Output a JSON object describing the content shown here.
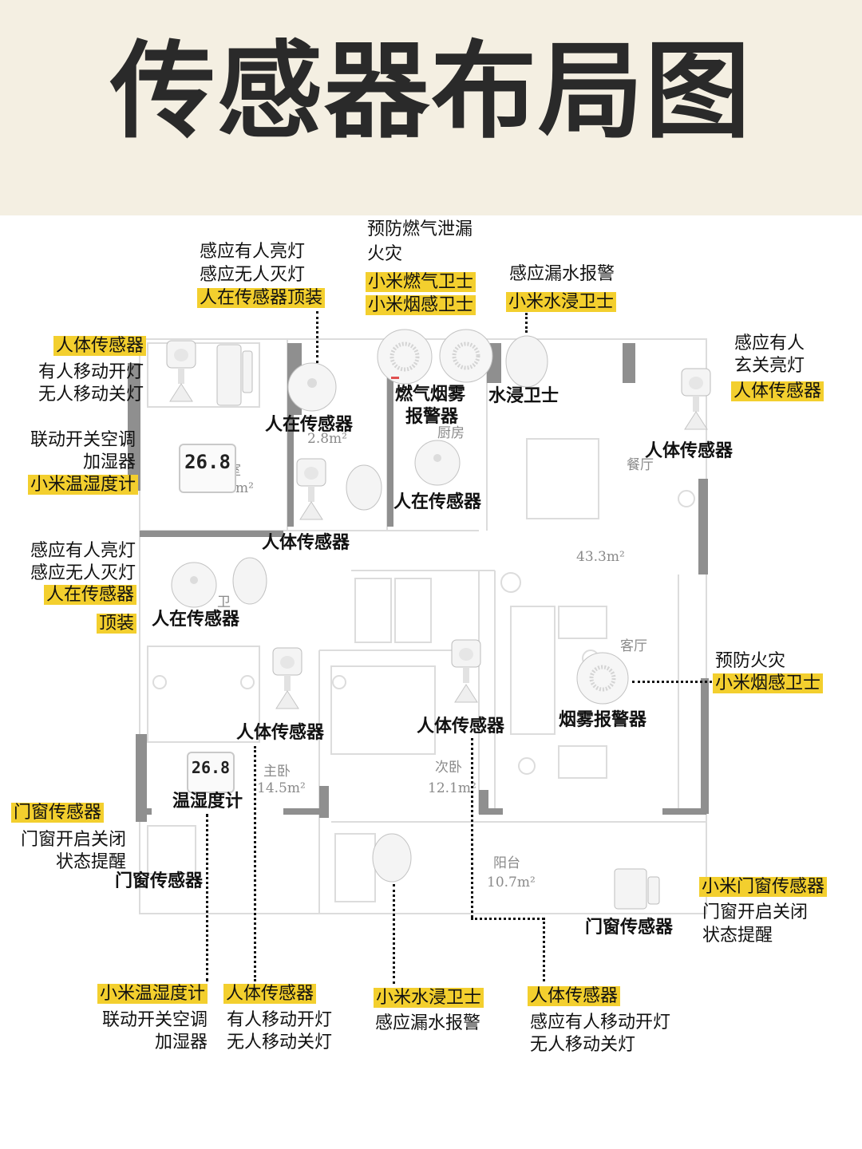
{
  "title": "传感器布局图",
  "rooms": {
    "bath1": "2.8m²",
    "bedroom_small_name": "室",
    "bedroom_small_area": "9.4m²",
    "kitchen": "厨房",
    "dining": "餐厅",
    "living_area": "43.3m²",
    "living": "客厅",
    "master_name": "主卧",
    "master_area": "14.5m²",
    "second_name": "次卧",
    "second_area": "12.1m²",
    "balcony_name": "阳台",
    "balcony_area": "10.7m²",
    "bath2": "卫"
  },
  "labels": {
    "a1": "感应有人亮灯",
    "a2": "感应无人灭灯",
    "a3": "人在传感器顶装",
    "b1": "预防燃气泄漏",
    "b2": "火灾",
    "b3": "小米燃气卫士",
    "b4": "小米烟感卫士",
    "c1": "感应漏水报警",
    "c2": "小米水浸卫士",
    "d1": "人体传感器",
    "d2": "有人移动开灯",
    "d3": "无人移动关灯",
    "e1": "感应有人",
    "e2": "玄关亮灯",
    "e3": "人体传感器",
    "f1": "联动开关空调",
    "f2": "加湿器",
    "f3": "小米温湿度计",
    "g1": "感应有人亮灯",
    "g2": "感应无人灭灯",
    "g3": "人在传感器",
    "g4": "顶装",
    "h1": "预防火灾",
    "h2": "小米烟感卫士",
    "i1": "门窗传感器",
    "i2": "门窗开启关闭",
    "i3": "状态提醒",
    "j1": "小米门窗传感器",
    "j2": "门窗开启关闭",
    "j3": "状态提醒",
    "k1": "小米温湿度计",
    "k2": "联动开关空调",
    "k3": "加湿器",
    "l1": "人体传感器",
    "l2": "有人移动开灯",
    "l3": "无人移动关灯",
    "m1": "小米水浸卫士",
    "m2": "感应漏水报警",
    "n1": "人体传感器",
    "n2": "感应有人移动开灯",
    "n3": "无人移动关灯"
  },
  "tags": {
    "presence1": "人在传感器",
    "gas_smoke1": "燃气烟雾",
    "gas_smoke2": "报警器",
    "water": "水浸卫士",
    "body_entry": "人体传感器",
    "presence_kitchen": "人在传感器",
    "body_small": "人体传感器",
    "presence_bath": "人在传感器",
    "smoke_alarm": "烟雾报警器",
    "body_master": "人体传感器",
    "body_second": "人体传感器",
    "thermo": "温湿度计",
    "door_left": "门窗传感器",
    "door_right": "门窗传感器"
  },
  "thermo_reading": "26.8",
  "colors": {
    "highlight": "#f3cf2e",
    "header_bg": "#f4efe2",
    "wall": "#8f8f8f"
  }
}
